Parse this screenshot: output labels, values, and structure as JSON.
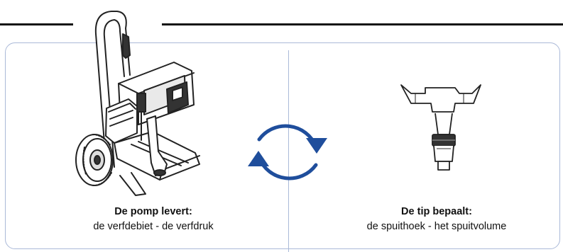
{
  "pump": {
    "heading": "De pomp levert:",
    "detail": "de verfdebiet - de verfdruk",
    "icon": "paint-sprayer-pump"
  },
  "tip": {
    "heading": "De tip bepaalt:",
    "detail": "de spuithoek - het spuitvolume",
    "icon": "spray-tip"
  },
  "cycle": {
    "icon": "circular-arrows",
    "color": "#1f4e9c"
  },
  "colors": {
    "frame": "#aab9d8",
    "rule": "#111111"
  }
}
